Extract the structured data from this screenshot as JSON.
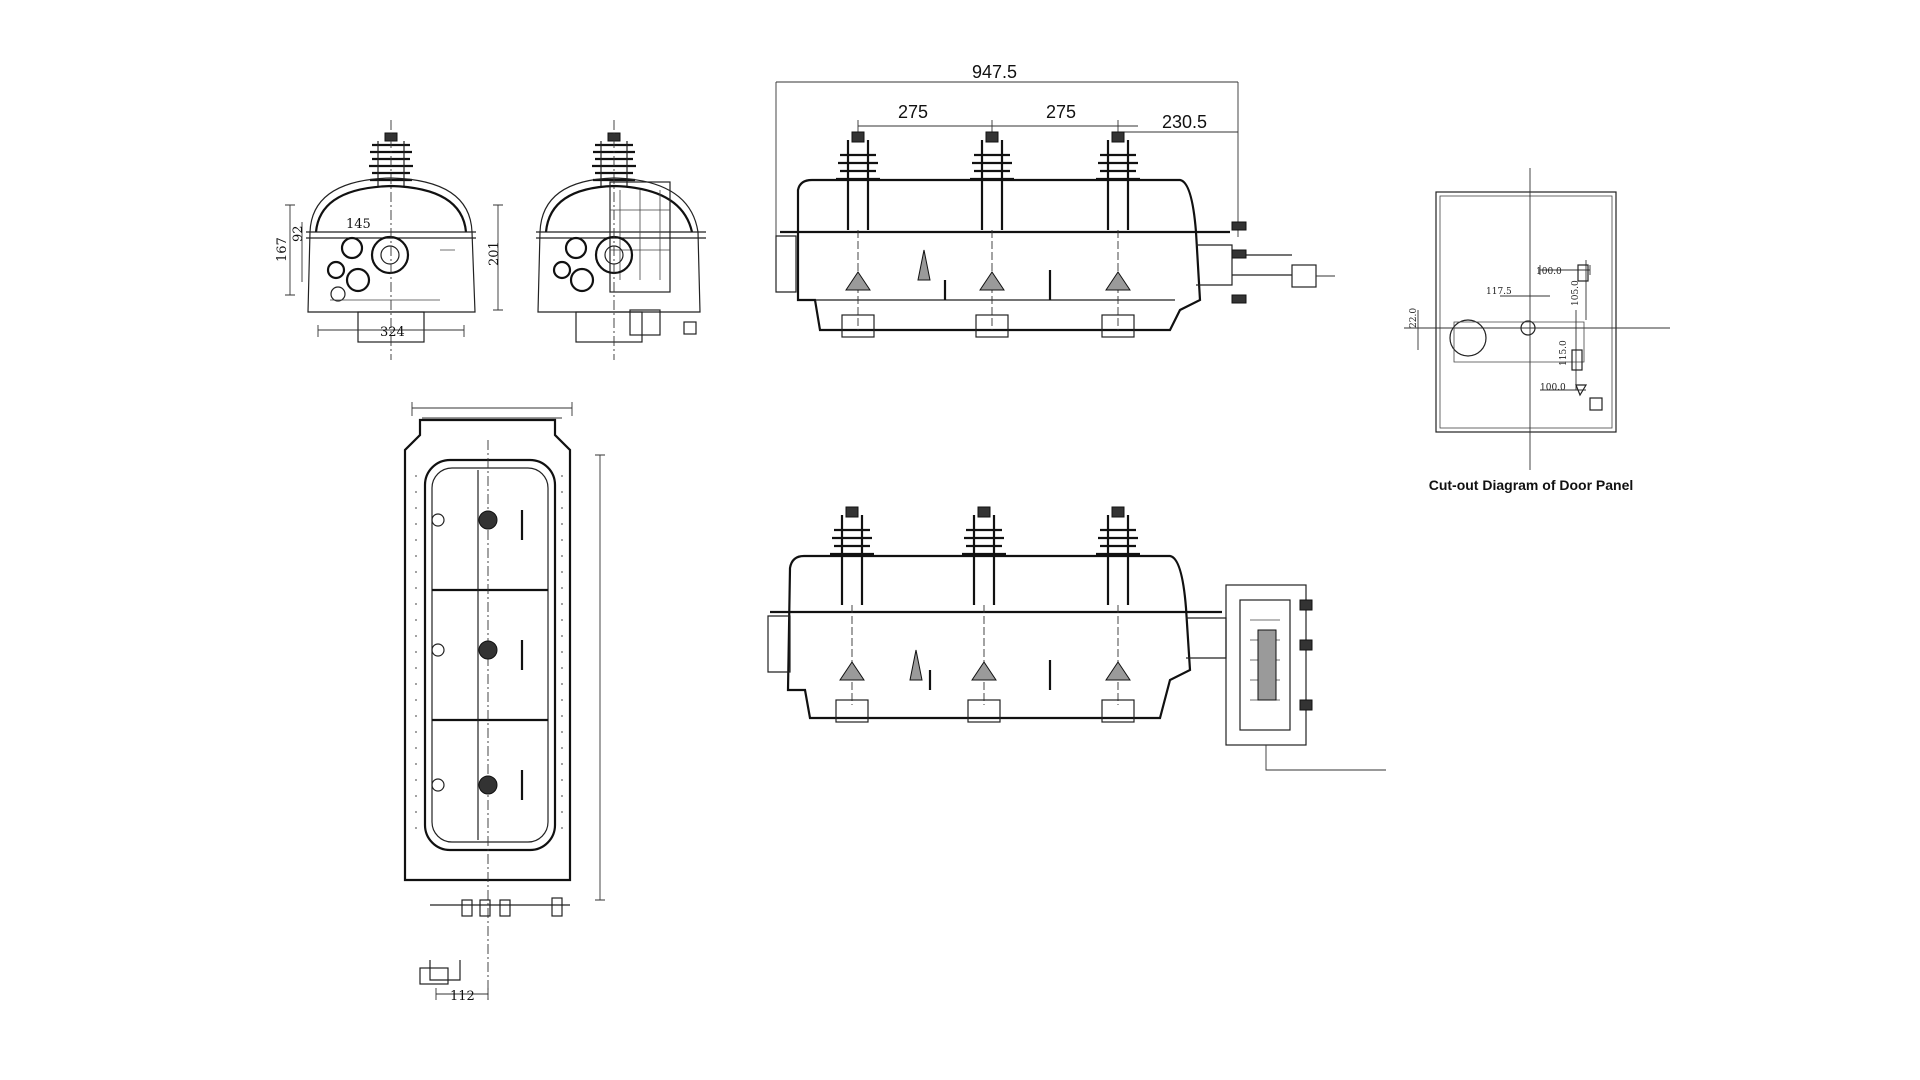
{
  "front_views": {
    "dims": {
      "width": "324",
      "inner_width": "145",
      "height_left": "167",
      "height_inner": "92",
      "height_right": "201"
    }
  },
  "side_view_top": {
    "dims": {
      "overall": "947.5",
      "pitch_1": "275",
      "pitch_2": "275",
      "end_offset": "230.5"
    }
  },
  "plan_view": {
    "dims": {
      "offset_bottom": "112"
    }
  },
  "door_panel": {
    "caption": "Cut-out Diagram of Door Panel",
    "dims": {
      "d1": "100.0",
      "d2": "117.5",
      "d3": "22.0",
      "d4": "105.0",
      "d5": "115.0",
      "d6": "100.0"
    }
  }
}
